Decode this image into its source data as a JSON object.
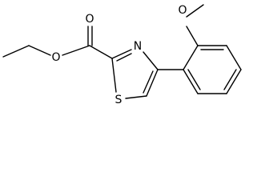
{
  "molecule": {
    "atoms": {
      "carbonyl_oxygen": "O",
      "ester_oxygen": "O",
      "ring_nitrogen": "N",
      "ring_sulfur": "S",
      "methoxy_oxygen": "O"
    }
  }
}
